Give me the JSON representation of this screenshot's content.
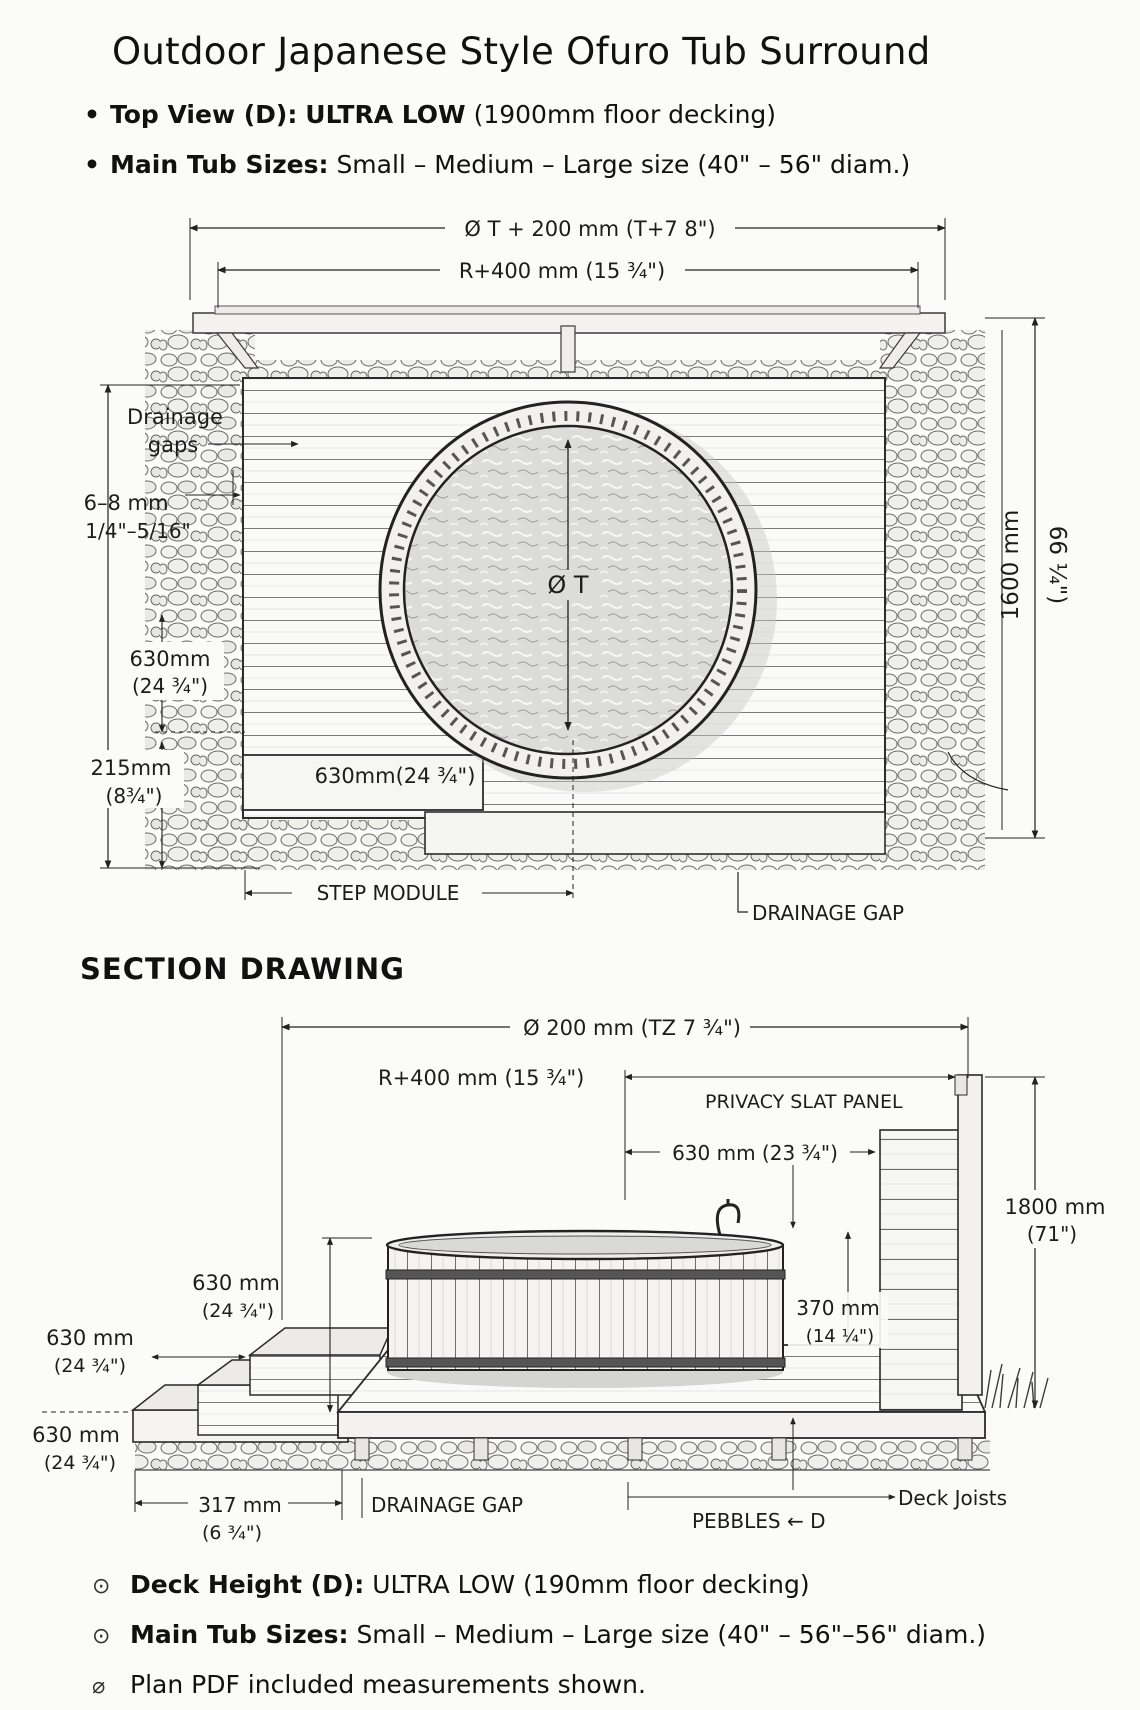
{
  "title": "Outdoor Japanese Style Ofuro Tub Surround",
  "bullets_top": [
    {
      "label": "Top View (D):",
      "strong": "ULTRA LOW",
      "text": "(1900mm floor decking)"
    },
    {
      "label": "Main Tub Sizes:",
      "strong": "",
      "text": "Small – Medium – Large size (40\" – 56\" diam.)"
    }
  ],
  "top_view": {
    "dim_overall": "Ø T + 200 mm (T+7 8\")",
    "dim_radius": "R+400 mm (15 ¾\")",
    "drainage_gaps": [
      "Drainage",
      "gaps"
    ],
    "gap_size": [
      "6–8 mm",
      "1/4\"–5/16\""
    ],
    "dim_630": [
      "630mm",
      "(24 ¾\")"
    ],
    "dim_215": [
      "215mm",
      "(8¾\")"
    ],
    "step_width": "630mm(24 ¾\")",
    "tub_label": "Ø T",
    "height_mm": "1600 mm",
    "height_in": "66 ¼\")",
    "step_module": "STEP MODULE",
    "drainage_gap": "DRAINAGE GAP"
  },
  "section_heading": "SECTION DRAWING",
  "section": {
    "dim_overall": "Ø 200 mm (TZ 7 ¾\")",
    "dim_radius": "R+400 mm (15 ¾\")",
    "privacy_panel": "PRIVACY SLAT PANEL",
    "dim_630_top": "630 mm (23 ¾\")",
    "panel_height": [
      "1800 mm",
      "(71\")"
    ],
    "dim_630_a": [
      "630 mm",
      "(24 ¾\")"
    ],
    "dim_630_b": [
      "630 mm",
      "(24 ¾\")"
    ],
    "dim_630_c": [
      "630 mm",
      "(24 ¾\")"
    ],
    "dim_370": [
      "370 mm",
      "(14 ¼\")"
    ],
    "dim_317": [
      "317 mm",
      "(6 ¾\")"
    ],
    "drainage_gap": "DRAINAGE GAP",
    "pebbles": "PEBBLES ← D",
    "deck_joists": "Deck Joists"
  },
  "footer": [
    {
      "icon": "check-circle-icon",
      "label": "Deck Height (D):",
      "text": "ULTRA LOW (190mm floor decking)"
    },
    {
      "icon": "check-circle-icon",
      "label": "Main Tub Sizes:",
      "text": "Small – Medium – Large size (40\" – 56\"–56\" diam.)"
    },
    {
      "icon": "pdf-icon",
      "label": "",
      "text": "Plan PDF included measurements shown."
    }
  ]
}
